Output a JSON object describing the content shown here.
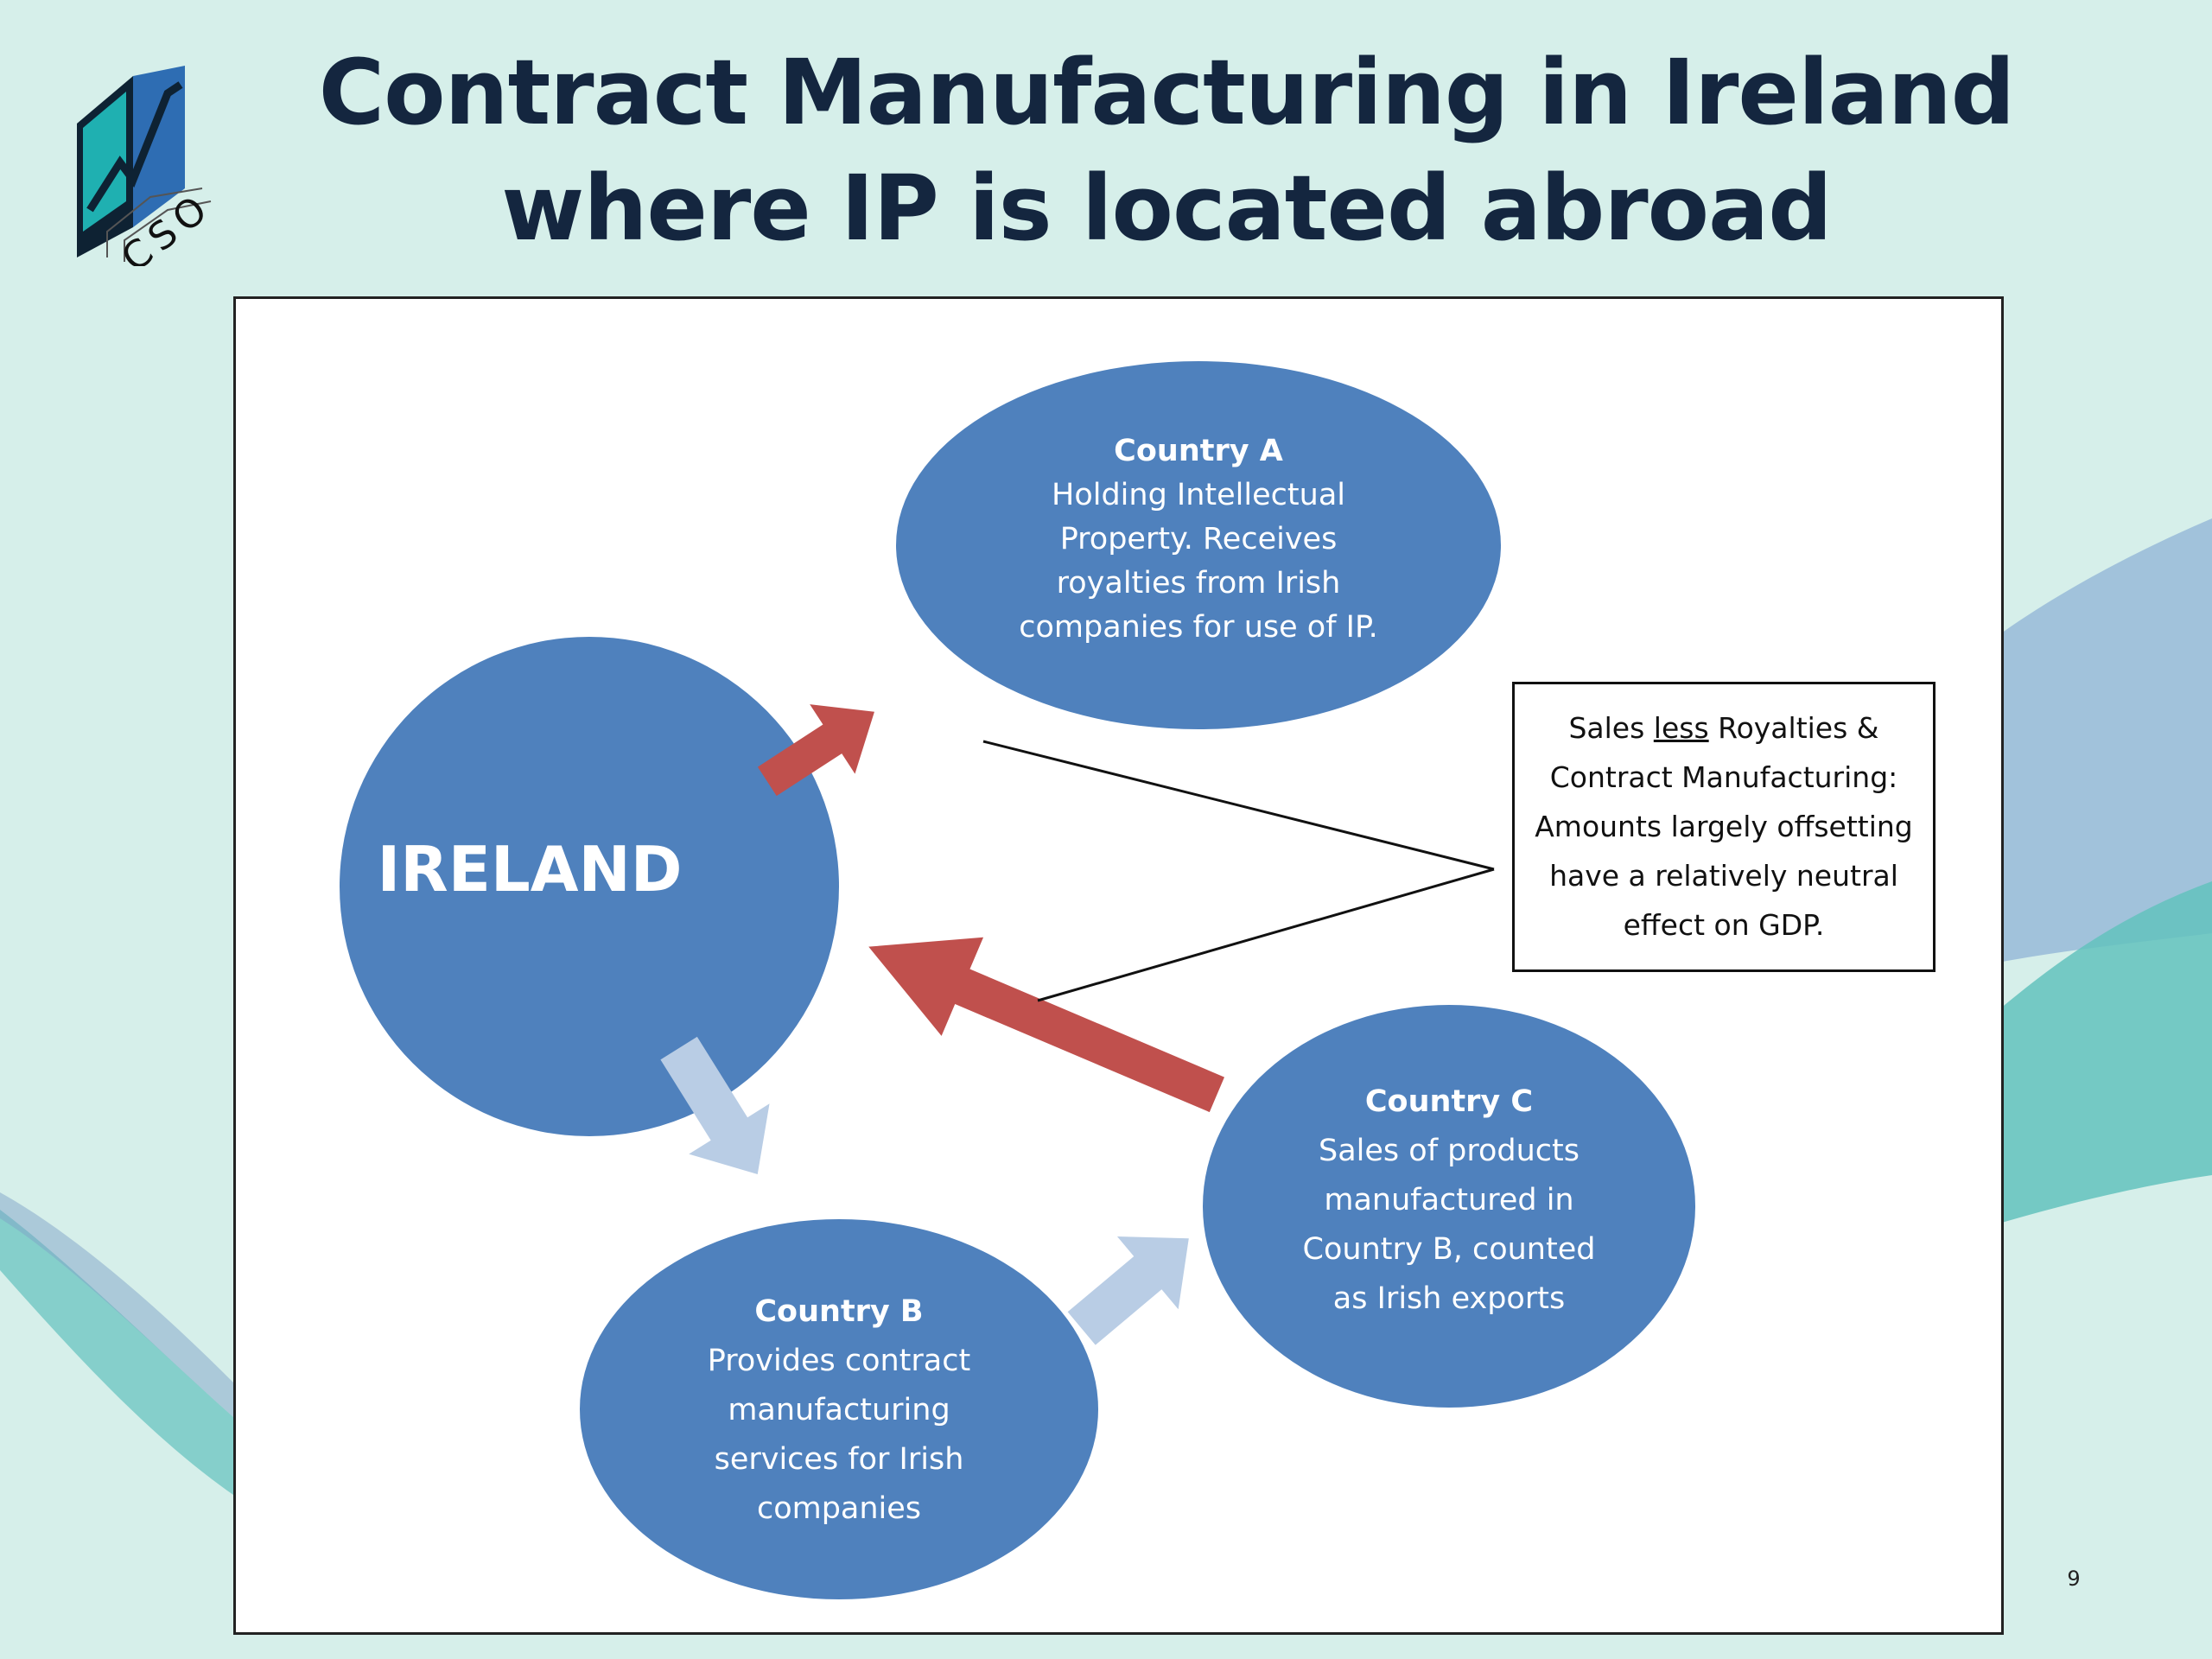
{
  "slide": {
    "title_line1": "Contract Manufacturing in Ireland",
    "title_line2": "where IP is located abroad",
    "page_number": "9"
  },
  "logo": {
    "text": "CSO"
  },
  "diagram": {
    "ireland": {
      "label": "IRELAND"
    },
    "country_a": {
      "heading": "Country A",
      "lines": [
        "Holding Intellectual",
        "Property. Receives",
        "royalties from Irish",
        "companies for use of IP."
      ]
    },
    "country_b": {
      "heading": "Country B",
      "lines": [
        "Provides contract",
        "manufacturing",
        "services for Irish",
        "companies"
      ]
    },
    "country_c": {
      "heading": "Country C",
      "lines": [
        "Sales of products",
        "manufactured in",
        "Country B, counted",
        "as Irish exports"
      ]
    },
    "note": {
      "line1_pre": "Sales ",
      "line1_underlined": "less",
      "line1_post": " Royalties &",
      "line2": "Contract Manufacturing:",
      "line3": "Amounts largely offsetting",
      "line4": "have a relatively neutral",
      "line5": "effect on GDP."
    }
  },
  "colors": {
    "node_blue": "#4f81bd",
    "red_arrow": "#c0504d",
    "light_arrow": "#b9cde5",
    "title": "#14263f",
    "background": "#d6efea"
  }
}
